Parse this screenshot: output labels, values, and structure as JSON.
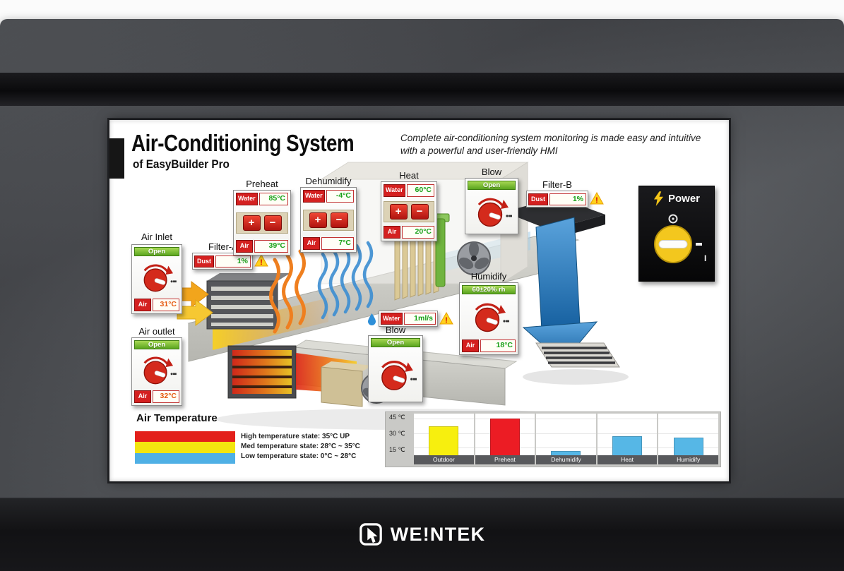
{
  "device": {
    "brand": "WE!NTEK"
  },
  "screen": {
    "title": "Air-Conditioning System",
    "subtitle": "of EasyBuilder Pro",
    "tagline": "Complete air-conditioning system monitoring is made easy and intuitive with a powerful and user-friendly HMI"
  },
  "widgets": {
    "air_inlet": {
      "label": "Air Inlet",
      "status": "Open",
      "air_label": "Air",
      "air_value": "31°C"
    },
    "filter_a": {
      "label": "Filter-A",
      "dust_label": "Dust",
      "dust_value": "1%"
    },
    "preheat": {
      "label": "Preheat",
      "water_label": "Water",
      "water_value": "85°C",
      "plus_label": "+",
      "minus_label": "−",
      "air_label": "Air",
      "air_value": "39°C"
    },
    "dehumidify": {
      "label": "Dehumidify",
      "water_label": "Water",
      "water_value": "-4°C",
      "plus_label": "+",
      "minus_label": "−",
      "air_label": "Air",
      "air_value": "7°C"
    },
    "heat": {
      "label": "Heat",
      "water_label": "Water",
      "water_value": "60°C",
      "plus_label": "+",
      "minus_label": "−",
      "air_label": "Air",
      "air_value": "20°C"
    },
    "blow_top": {
      "label": "Blow",
      "status": "Open"
    },
    "filter_b": {
      "label": "Filter-B",
      "dust_label": "Dust",
      "dust_value": "1%"
    },
    "power": {
      "label": "Power",
      "on_mark": "I"
    },
    "humidify": {
      "label": "Humidify",
      "status": "60±20% rh",
      "air_label": "Air",
      "air_value": "18°C"
    },
    "water_flow": {
      "label": "Water",
      "value": "1ml/s"
    },
    "blow_bottom": {
      "label": "Blow",
      "status": "Open"
    },
    "air_outlet": {
      "label": "Air outlet",
      "status": "Open",
      "air_label": "Air",
      "air_value": "32°C"
    }
  },
  "legend": {
    "title": "Air Temperature",
    "items": [
      {
        "text": "High temperature state: 35°C UP",
        "color": "#e3201b"
      },
      {
        "text": "Med temperature state: 28°C ~ 35°C",
        "color": "#f3e50f"
      },
      {
        "text": "Low temperature state: 0°C ~ 28°C",
        "color": "#4fb0e5"
      }
    ]
  },
  "chart_data": {
    "type": "bar",
    "title": "Air Temperature",
    "categories": [
      "Outdoor",
      "Preheat",
      "Dehumidify",
      "Heat",
      "Humidify"
    ],
    "values": [
      37,
      45,
      12,
      27,
      26
    ],
    "unit": "°C",
    "bar_colors": [
      "#f7ef0e",
      "#ec1c24",
      "#56b7e6",
      "#56b7e6",
      "#56b7e6"
    ],
    "ytick_labels": [
      "45 ℃",
      "30 ℃",
      "15 ℃"
    ],
    "yticks": [
      45,
      30,
      15
    ],
    "axis_min": 8,
    "axis_max": 50,
    "ylim": [
      8,
      50
    ],
    "grid": true,
    "legend_position": "none",
    "xlabel": "",
    "ylabel": ""
  },
  "colors": {
    "status_green": "#5aa51f",
    "alarm_chip_red": "#d42020",
    "value_green": "#18a018",
    "hot_value_orange": "#e5590f",
    "knob_red": "#d42a1c",
    "power_yellow": "#f3c71e"
  }
}
